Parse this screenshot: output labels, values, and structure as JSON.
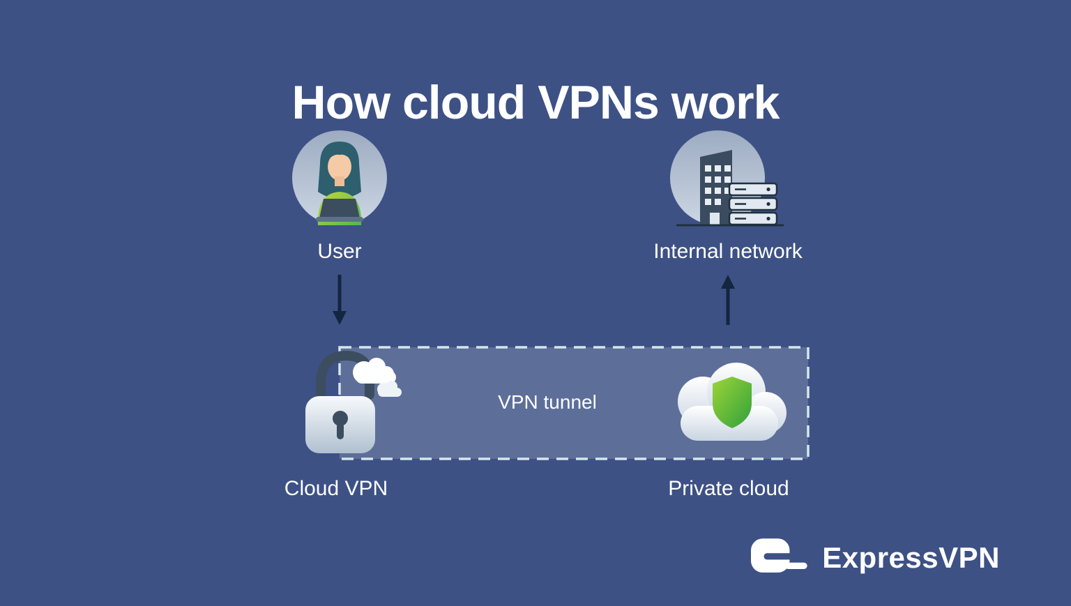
{
  "title": "How cloud VPNs work",
  "diagram": {
    "user": {
      "label": "User"
    },
    "internal_network": {
      "label": "Internal network"
    },
    "tunnel": {
      "label": "VPN tunnel"
    },
    "cloud_vpn": {
      "label": "Cloud VPN"
    },
    "private_cloud": {
      "label": "Private cloud"
    }
  },
  "brand": {
    "name": "ExpressVPN"
  },
  "icons": {
    "user": "user-avatar-icon",
    "internal_network": "office-building-servers-icon",
    "flow_from_user": "arrow-down-icon",
    "flow_to_network": "arrow-up-icon",
    "cloud_vpn": "padlock-clouds-icon",
    "private_cloud": "cloud-shield-icon",
    "brand": "expressvpn-logo-icon"
  },
  "colors": {
    "background": "#3d5185",
    "tunnel_fill": "rgba(255,255,255,0.17)",
    "tunnel_border": "#d6e6ea",
    "arrow": "#14253f",
    "text": "#ffffff",
    "shield_green_light": "#9ed437",
    "shield_green_dark": "#2fa13c",
    "sweater_green_light": "#c3d63a",
    "sweater_green_dark": "#4cbb4f",
    "dark_slate": "#3c4d60",
    "circle_slate_top": "#9dabc2",
    "circle_slate_bottom": "#ccd7e3"
  }
}
